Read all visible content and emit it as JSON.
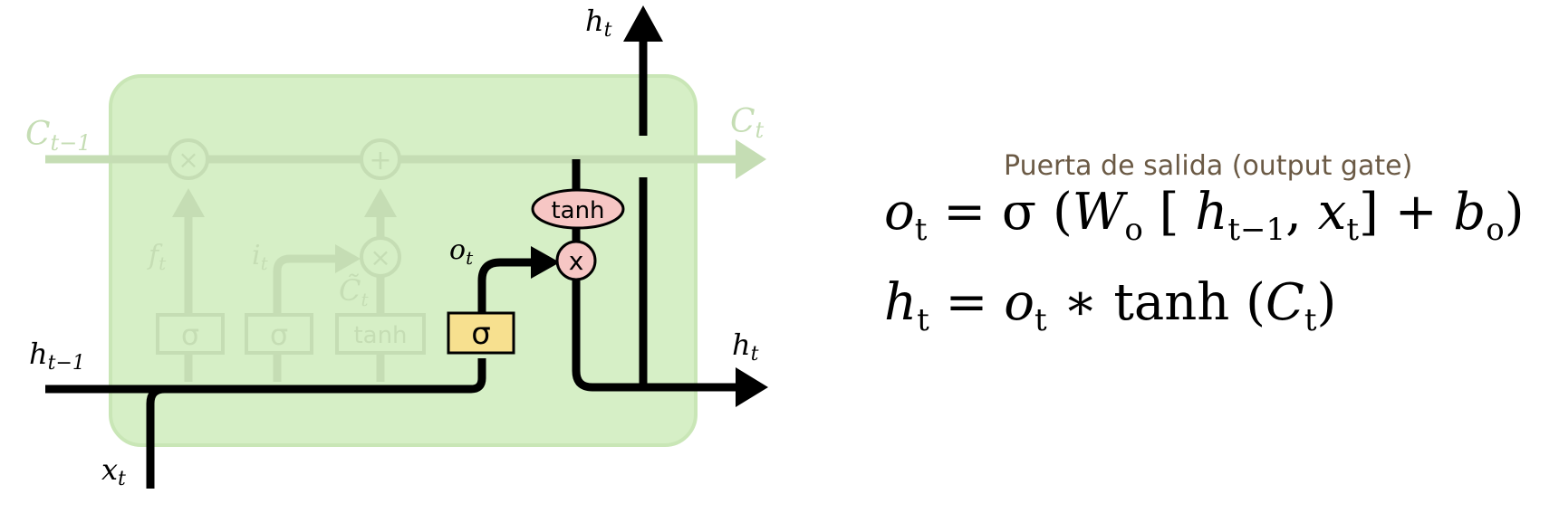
{
  "labels": {
    "h_top": "h",
    "h_top_sub": "t",
    "c_prev": "C",
    "c_prev_sub": "t−1",
    "c_next": "C",
    "c_next_sub": "t",
    "f_t": "f",
    "f_t_sub": "t",
    "i_t": "i",
    "i_t_sub": "t",
    "c_tilde": "C̃",
    "c_tilde_sub": "t",
    "o_t": "o",
    "o_t_sub": "t",
    "h_prev": "h",
    "h_prev_sub": "t−1",
    "h_out": "h",
    "h_out_sub": "t",
    "x_t": "x",
    "x_t_sub": "t"
  },
  "gates": {
    "sigma": "σ",
    "tanh": "tanh",
    "times": "×",
    "plus": "+",
    "x_mark": "x"
  },
  "colors": {
    "cell_fill": "#d6efc6",
    "faded_line": "#c5ddb4",
    "gate_fill": "#f7e08f",
    "pointwise_fill": "#f6c6c4",
    "title_color": "#6b5a45"
  },
  "equations": {
    "title": "Puerta de salida (output gate)",
    "eq1": {
      "lhs": "o",
      "lhs_sub": "t",
      "eq": " = σ (",
      "w": "W",
      "w_sub": "o",
      "bracket_open": " [ ",
      "h": "h",
      "h_sub": "t−1",
      "comma": ", ",
      "x": "x",
      "x_sub": "t",
      "bracket_close": "]  +  ",
      "b": "b",
      "b_sub": "o",
      "close": ")"
    },
    "eq2": {
      "lhs": "h",
      "lhs_sub": "t",
      "eq": " = ",
      "o": "o",
      "o_sub": "t",
      "op": " ∗ tanh (",
      "c": "C",
      "c_sub": "t",
      "close": ")"
    }
  }
}
